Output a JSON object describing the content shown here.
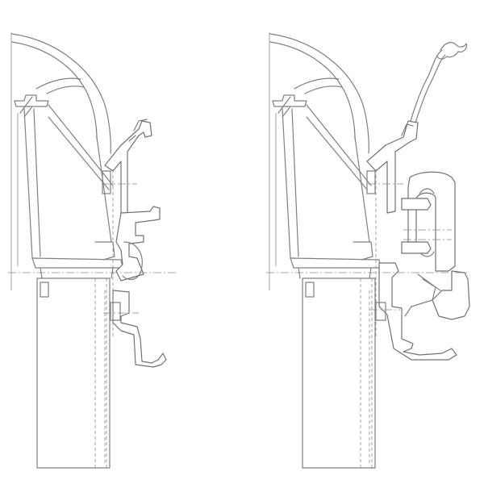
{
  "drawing": {
    "views": [
      {
        "id": "left",
        "variant": "standard-mounting-adapter"
      },
      {
        "id": "right",
        "variant": "awning-mounting-adapter"
      }
    ],
    "colors": {
      "line": "#7f8084",
      "background": "#ffffff"
    }
  }
}
